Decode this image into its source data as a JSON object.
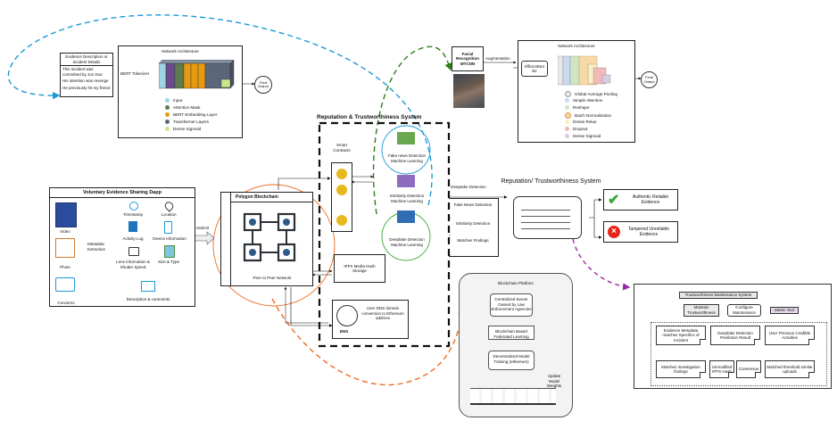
{
  "evidence_description": {
    "title": "Evidence Description or Incident Details",
    "lines": [
      "This incident was committed by Jon Doe",
      "His intention was revenge",
      "He previously hit my friend"
    ]
  },
  "bert_network": {
    "title": "Network Architecture",
    "tokenizer_label": "BERT Tokenizer",
    "final_output": "Final Output",
    "legend": [
      {
        "label": "Input",
        "color": "#9fd3e6"
      },
      {
        "label": "Attention Mask",
        "color": "#5f7a4e"
      },
      {
        "label": "BERT Embedding Layer",
        "color": "#e69a12"
      },
      {
        "label": "Transformer Layers",
        "color": "#5b6778"
      },
      {
        "label": "Dense Sigmoid",
        "color": "#c9e58a"
      }
    ]
  },
  "facial": {
    "label": "Facial Recognition MTCNN",
    "augmentation_label": "Augmentation",
    "efficientnet_label": "EfficientNet B2"
  },
  "image_network": {
    "title": "Network Architecture",
    "final_output": "Final Output",
    "legend": [
      {
        "label": "Global Average Pooling",
        "color": "#e8e8e8"
      },
      {
        "label": "Simple Attention",
        "color": "#c9d9f2"
      },
      {
        "label": "Reshape",
        "color": "#cfe6c4"
      },
      {
        "label": "Batch Normalization",
        "color": "#f5d9a8"
      },
      {
        "label": "Dense Relue",
        "color": "#fbefc0"
      },
      {
        "label": "Dropout",
        "color": "#f3b9b9"
      },
      {
        "label": "Dense Sigmoid",
        "color": "#dccbe6"
      }
    ]
  },
  "dapp": {
    "title": "Voluntary Evidence Sharing Dapp",
    "inputs": [
      "Video",
      "Photo",
      "Concerns"
    ],
    "metadata_label": "Metadata Extraction",
    "metadata_items": [
      "Timestamp",
      "Location",
      "Activity Log",
      "Device Information",
      "Lens Information & Shutter Speed",
      "Size & Type",
      "Description & comments"
    ],
    "submit_label": "Submit"
  },
  "blockchain": {
    "title": "Polygon Blockchain",
    "network_label": "Peer to Peer Network"
  },
  "reputation_system": {
    "title": "Reputation & Trustworthiness System",
    "smart_contracts": "Smart Contracts",
    "fake_news": "Fake news Detection Machine Learning",
    "similarity": "Similarity Detection Machine Learning",
    "deepfake": "Deepfake Detection Machine Learning",
    "ipfs": "IPFS Media Hash Storage",
    "ens_label": "ENS",
    "ens_desc": "User DNS domain conversion to Ethereum address"
  },
  "findings": {
    "items": [
      "Deeptake Detection",
      "Fake News Detection",
      "Similarity Detection",
      "Matches Findings"
    ]
  },
  "rep_trust": {
    "title": "Reputation/ Trustworthiness System",
    "authentic": "Authentic Reliable Evidence",
    "tampered": "Tampered Unreliable Evidence"
  },
  "blockchain_platform": {
    "title": "Blockchain Platform",
    "server": "Centralized Server Owned by Law Enforcement Agencies",
    "federated": "Blockchain Based Federated Learning",
    "training": "Decentralized Model Training (ethereum)",
    "update": "Update Model Weights"
  },
  "maintenance": {
    "title": "Trustworthiness Maintenance System",
    "maintain": "Maintain Trustworthiness",
    "configure": "Configure Maintenance",
    "metric": "Metric Tool",
    "evidence_meta": "Evidence Metadata matches Specifics of Incident",
    "deepfake_result": "Deepfake Detection Prediction Result",
    "user_previous": "User Previous Credible Activities",
    "matches_inv": "Matches Investigation findings",
    "unmodified_ipfs": "Unmodified IPFS Hash",
    "consensus": "Consensus",
    "matched_threshold": "Matched threshold similar uploads"
  }
}
